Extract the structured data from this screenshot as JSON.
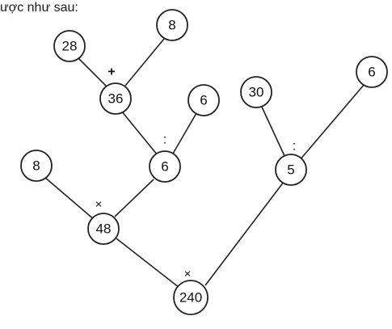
{
  "caption": "ược như sau:",
  "nodes": [
    {
      "id": "n28",
      "value": "28"
    },
    {
      "id": "n8a",
      "value": "8"
    },
    {
      "id": "n36",
      "value": "36"
    },
    {
      "id": "n6a",
      "value": "6"
    },
    {
      "id": "n6b",
      "value": "6"
    },
    {
      "id": "n30",
      "value": "30"
    },
    {
      "id": "n6c",
      "value": "6"
    },
    {
      "id": "n5",
      "value": "5"
    },
    {
      "id": "n8b",
      "value": "8"
    },
    {
      "id": "n48",
      "value": "48"
    },
    {
      "id": "n240",
      "value": "240"
    }
  ],
  "operators": [
    {
      "id": "op-plus",
      "symbol": "+"
    },
    {
      "id": "op-div-1",
      "symbol": ":"
    },
    {
      "id": "op-div-2",
      "symbol": ":"
    },
    {
      "id": "op-times-1",
      "symbol": "×"
    },
    {
      "id": "op-times-2",
      "symbol": "×"
    }
  ]
}
